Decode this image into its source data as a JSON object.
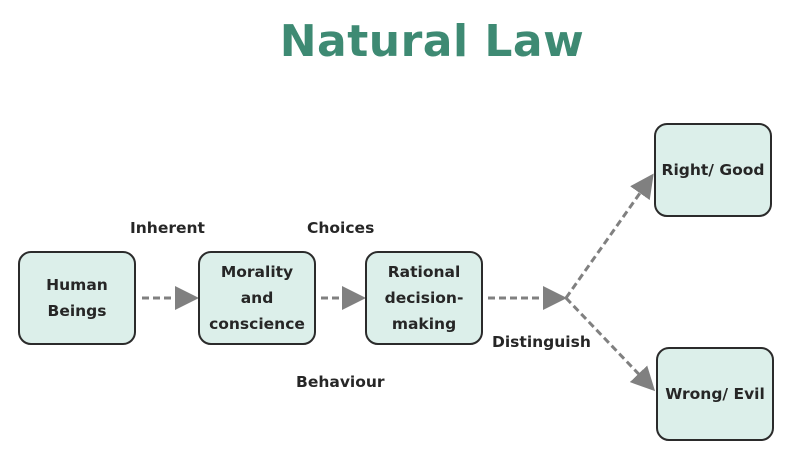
{
  "title": "Natural Law",
  "nodes": {
    "human": "Human Beings",
    "morality": "Morality and conscience",
    "rational": "Rational decision-making",
    "right": "Right/ Good",
    "wrong": "Wrong/ Evil"
  },
  "labels": {
    "inherent": "Inherent",
    "choices": "Choices",
    "behaviour": "Behaviour",
    "distinguish": "Distinguish"
  },
  "colors": {
    "title": "#3e8a73",
    "box_fill": "#dcefea",
    "arrow": "#808080"
  }
}
